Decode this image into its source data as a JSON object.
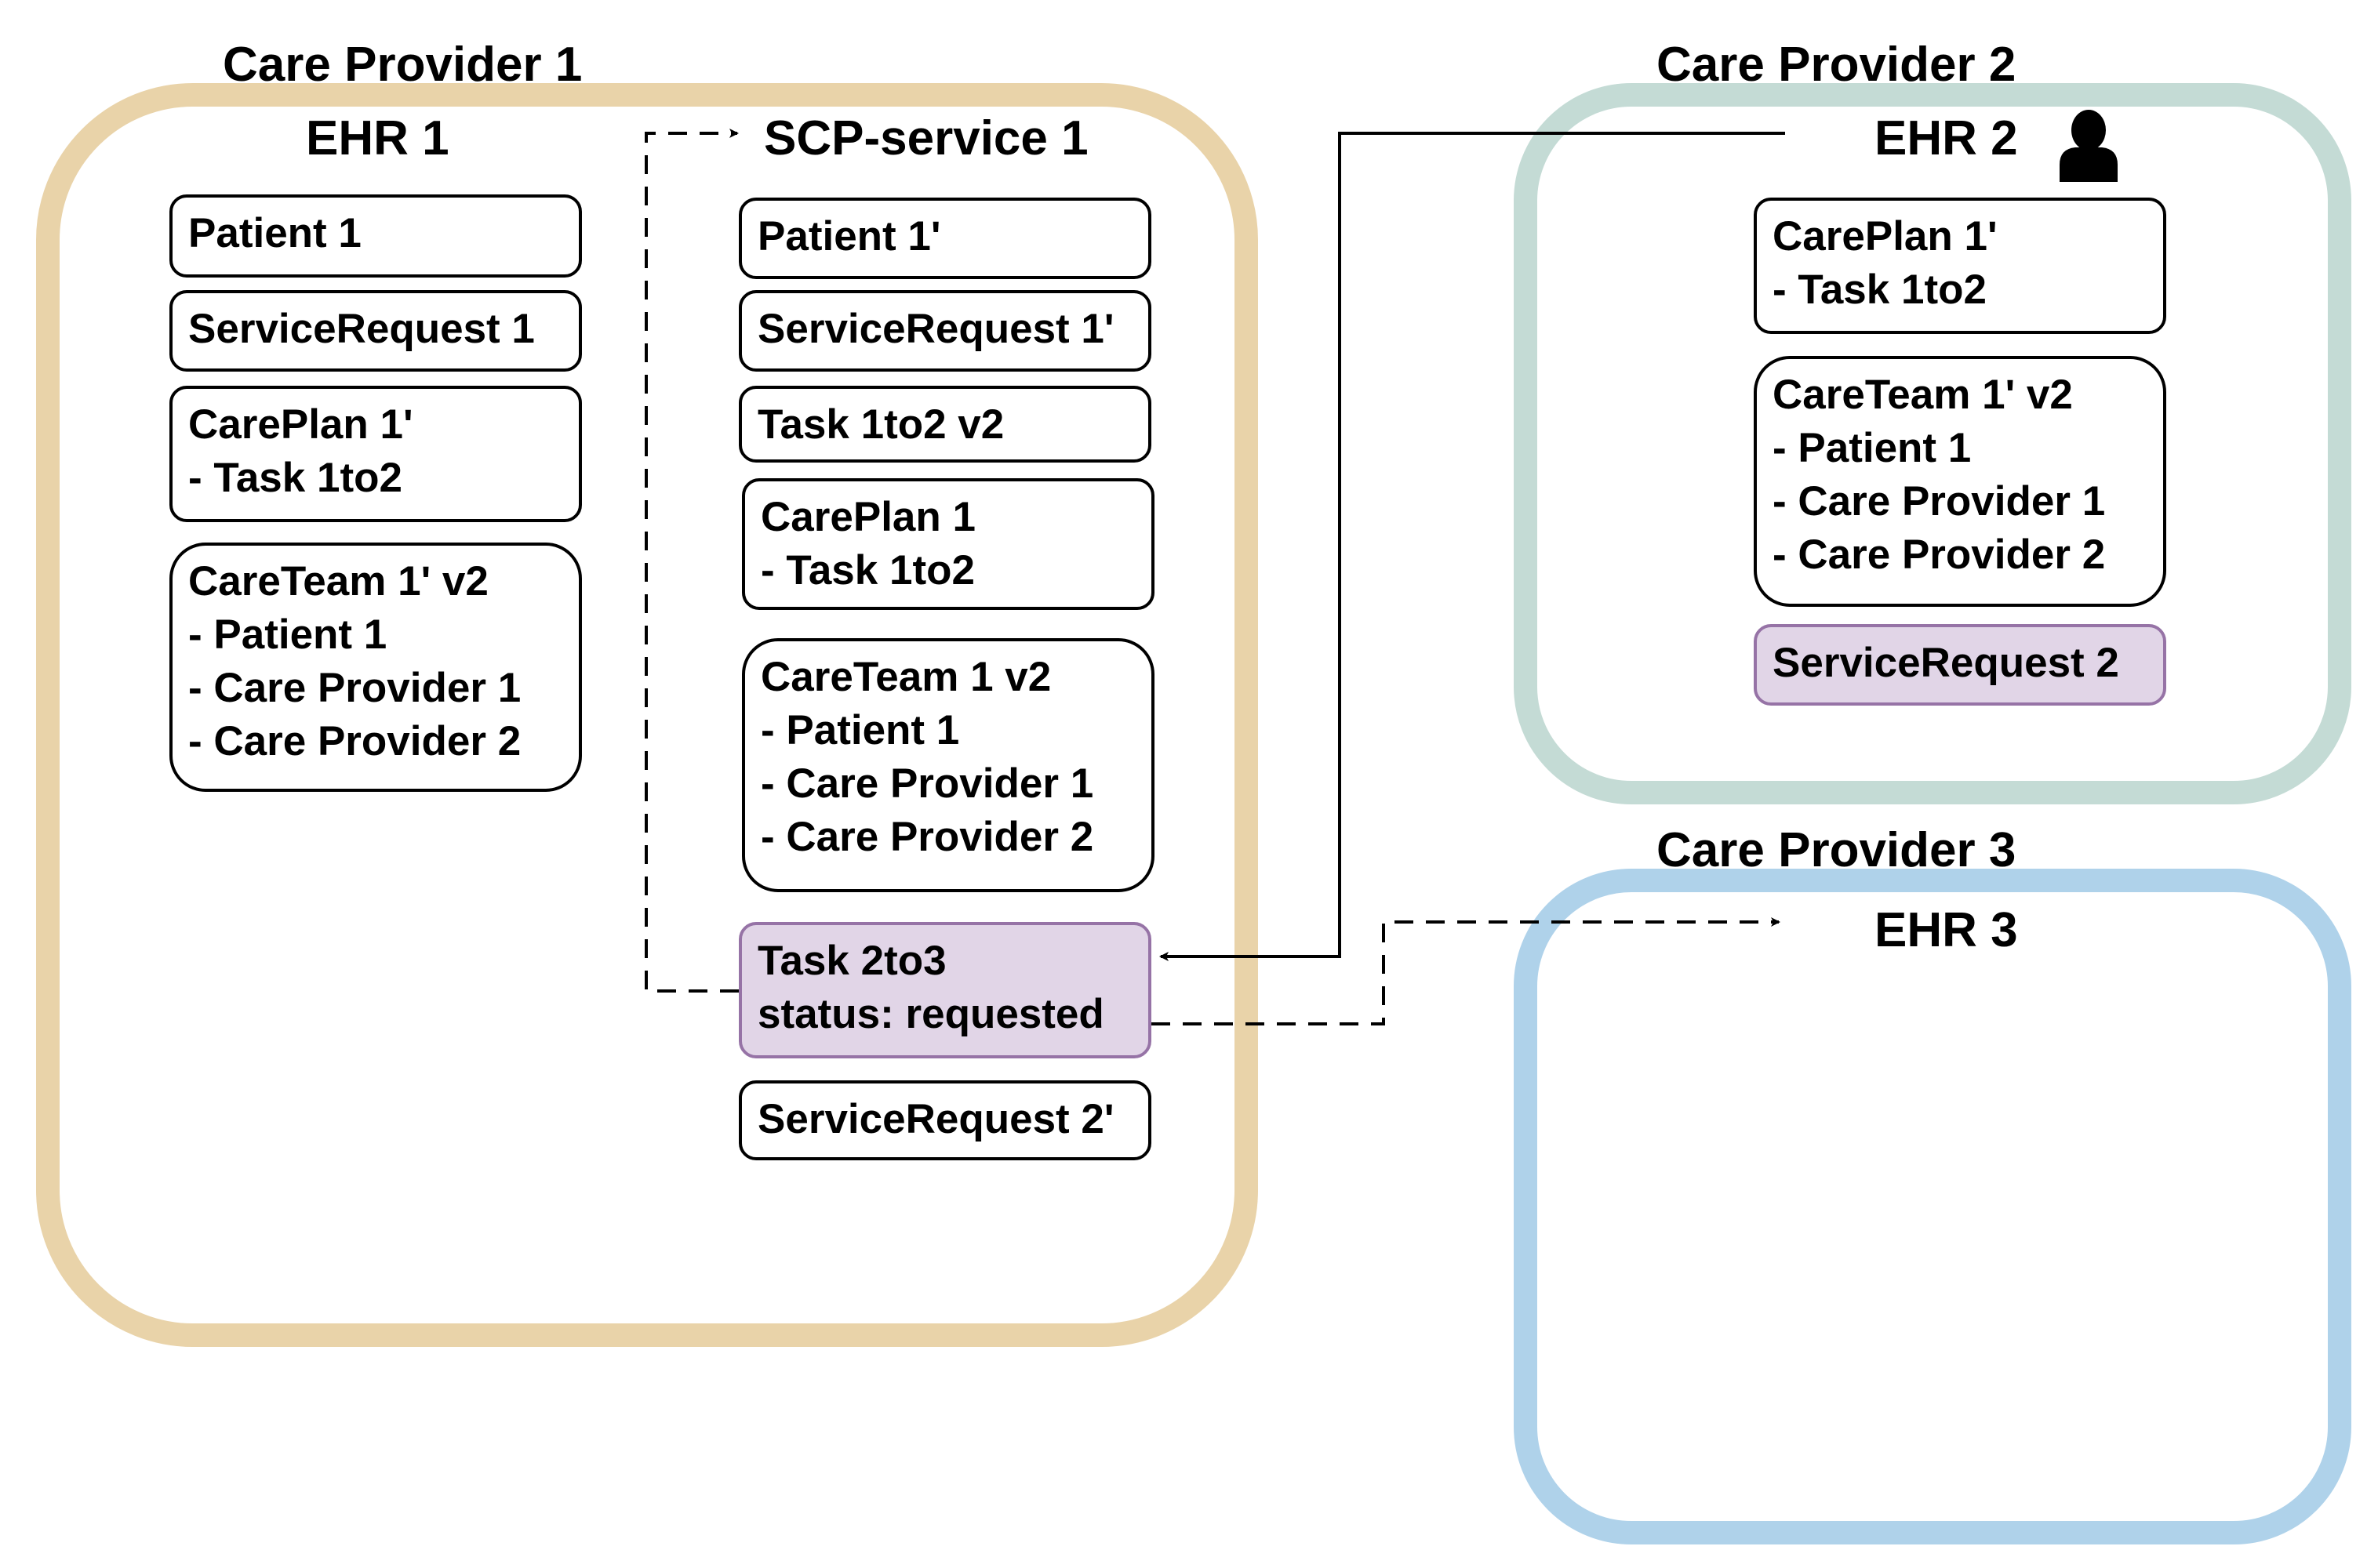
{
  "providers": [
    {
      "title": "Care Provider 1",
      "color": "#e9d3a9"
    },
    {
      "title": "Care Provider 2",
      "color": "#c4dbd5"
    },
    {
      "title": "Care Provider 3",
      "color": "#afd2ea"
    }
  ],
  "systems": {
    "ehr1": "EHR 1",
    "scp1": "SCP-service 1",
    "ehr2": "EHR 2",
    "ehr3": "EHR 3"
  },
  "ehr1": {
    "patient": "Patient 1",
    "servicerequest": "ServiceRequest 1",
    "careplan": [
      "CarePlan 1'",
      "- Task 1to2"
    ],
    "careteam": [
      "CareTeam 1' v2",
      "- Patient 1",
      "- Care Provider 1",
      "- Care Provider 2"
    ]
  },
  "scp1": {
    "patient": "Patient 1'",
    "servicerequest": "ServiceRequest 1'",
    "task12": "Task 1to2 v2",
    "careplan": [
      "CarePlan 1",
      "- Task 1to2"
    ],
    "careteam": [
      "CareTeam 1 v2",
      "- Patient 1",
      "- Care Provider 1",
      "- Care Provider 2"
    ],
    "task23": [
      "Task 2to3",
      "status: requested"
    ],
    "servicerequest2": "ServiceRequest 2'"
  },
  "ehr2": {
    "careplan": [
      "CarePlan 1'",
      "- Task 1to2"
    ],
    "careteam": [
      "CareTeam 1' v2",
      "- Patient 1",
      "- Care Provider 1",
      "- Care Provider 2"
    ],
    "servicerequest": "ServiceRequest 2"
  },
  "icons": {
    "user": "person-icon"
  },
  "colors": {
    "highlight_fill": "#e1d5e7",
    "highlight_border": "#9673a6"
  }
}
